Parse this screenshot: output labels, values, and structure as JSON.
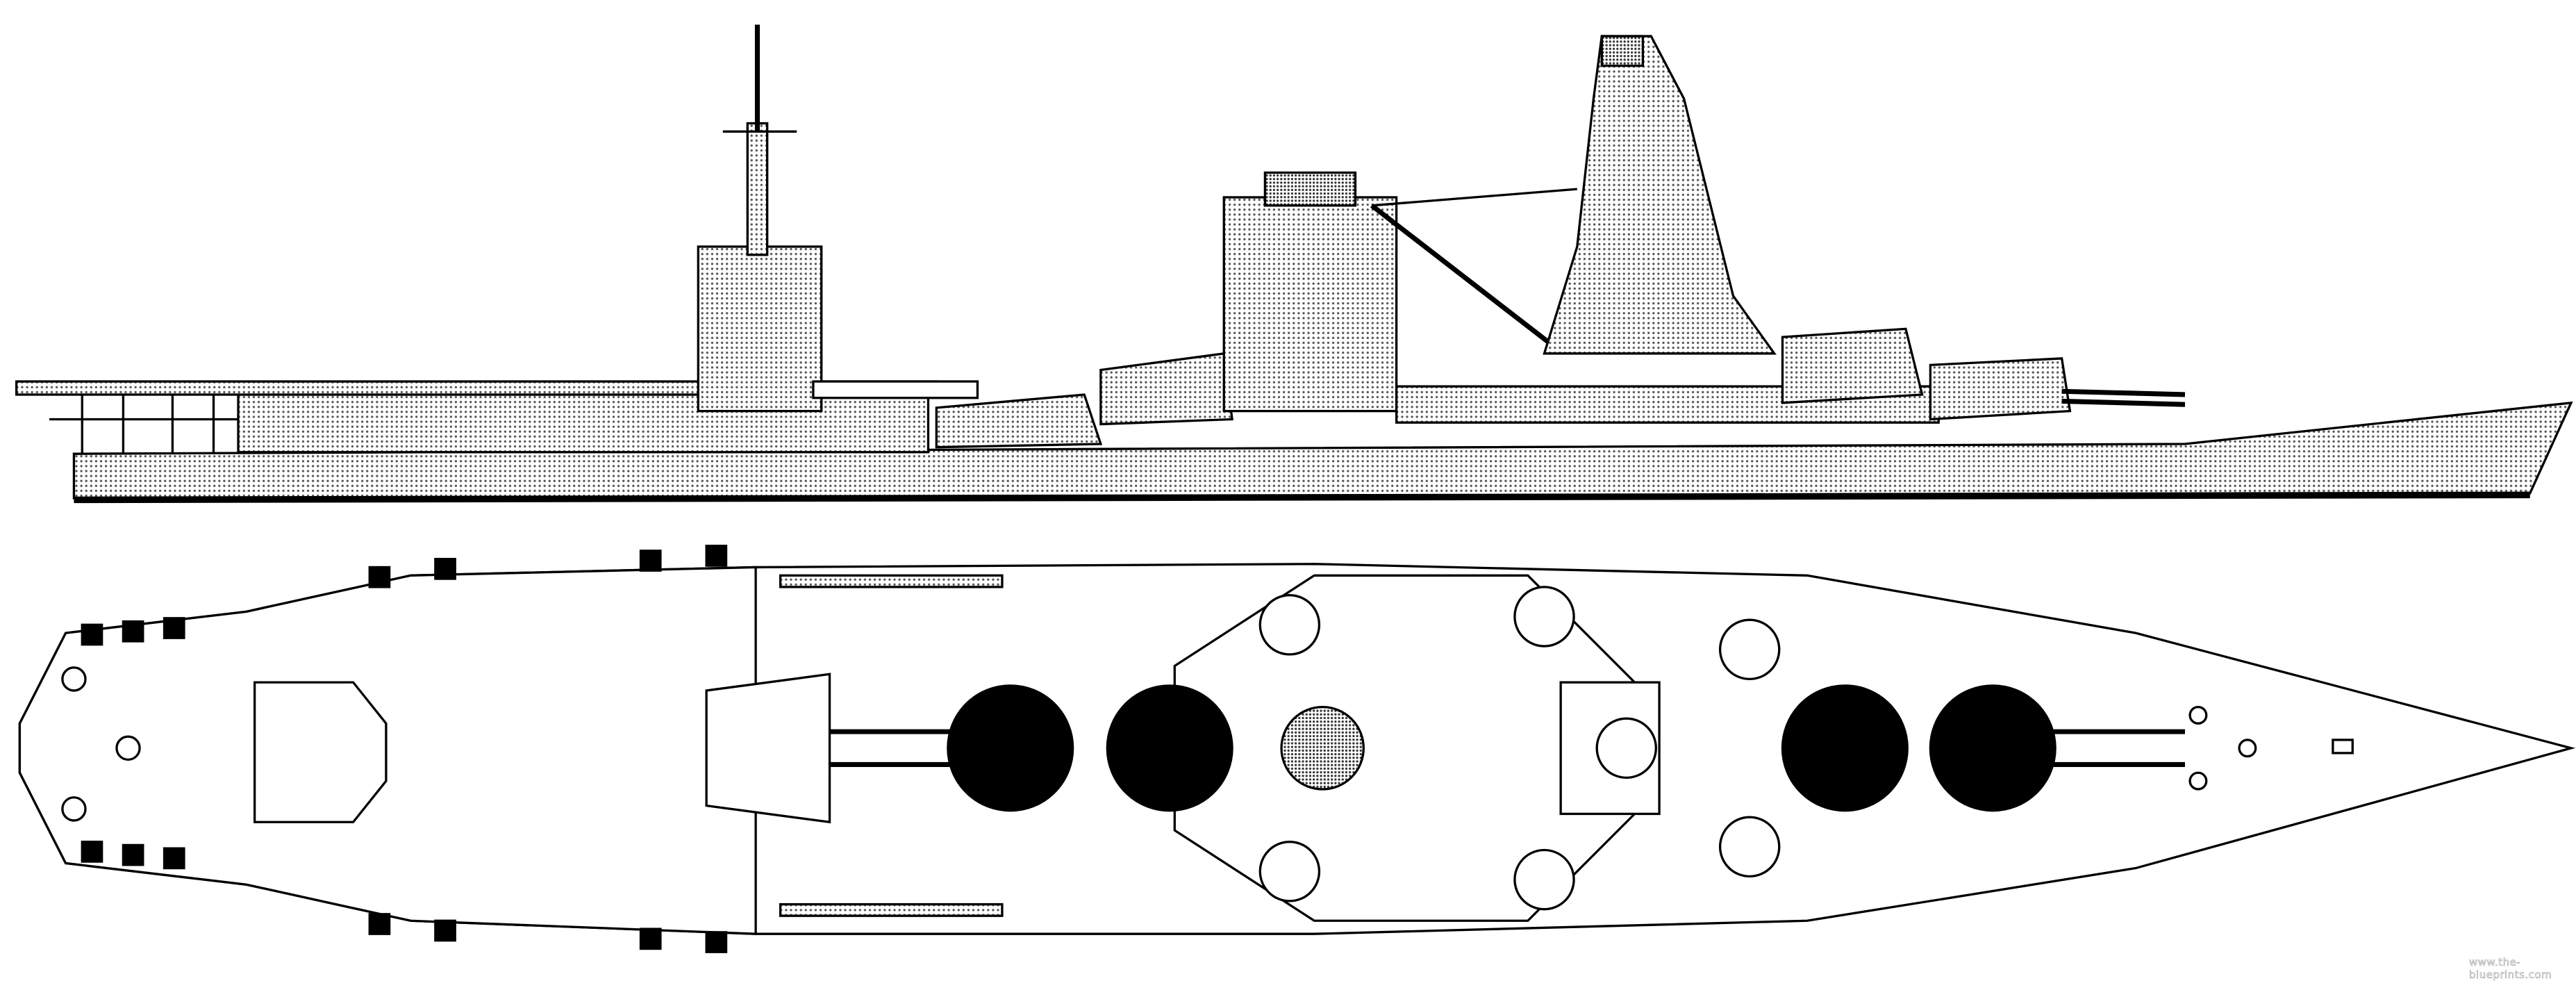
{
  "watermark": "www.the-blueprints.com",
  "drawing": {
    "views": [
      "side-profile",
      "top-plan"
    ],
    "colors": {
      "ink": "#000000",
      "paper": "#ffffff",
      "stipple": "#7a7a7a"
    }
  }
}
